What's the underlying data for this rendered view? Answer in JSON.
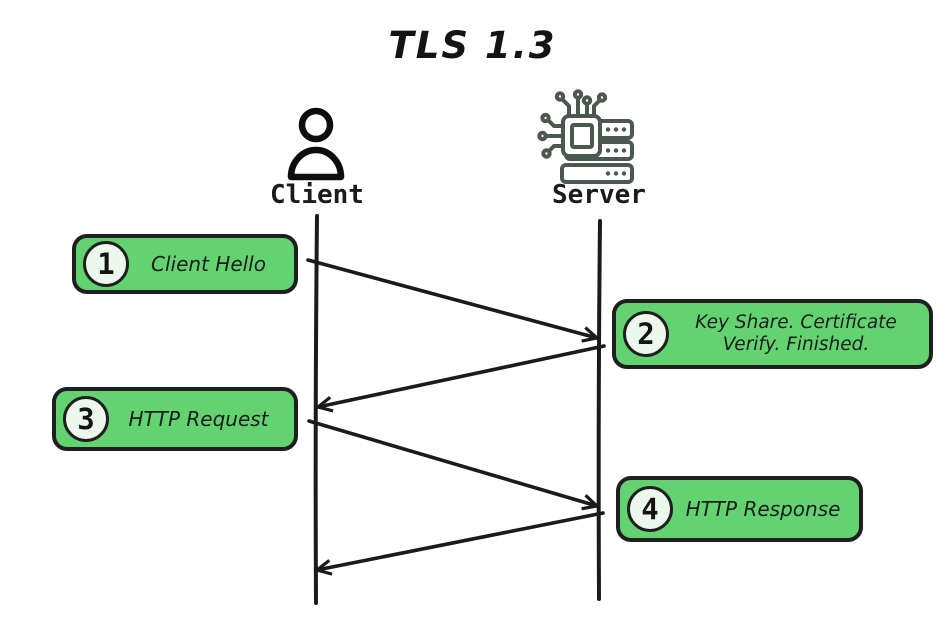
{
  "title": "TLS 1.3",
  "actors": [
    {
      "id": "client",
      "label": "Client",
      "icon": "person-icon"
    },
    {
      "id": "server",
      "label": "Server",
      "icon": "server-icon"
    }
  ],
  "steps": [
    {
      "num": "1",
      "lines": [
        "Client Hello"
      ],
      "side": "client"
    },
    {
      "num": "2",
      "lines": [
        "Key Share. Certificate",
        "Verify. Finished."
      ],
      "side": "server"
    },
    {
      "num": "3",
      "lines": [
        "HTTP Request"
      ],
      "side": "client"
    },
    {
      "num": "4",
      "lines": [
        "HTTP Response"
      ],
      "side": "server"
    }
  ],
  "messages": [
    {
      "from": "client",
      "to": "server",
      "step": "1"
    },
    {
      "from": "server",
      "to": "client",
      "step": "2"
    },
    {
      "from": "client",
      "to": "server",
      "step": "3"
    },
    {
      "from": "server",
      "to": "client",
      "step": "4"
    }
  ],
  "colors": {
    "box_fill": "#63d371",
    "box_border": "#1f1f1f",
    "circle_fill": "#edf8ec",
    "line": "#1b1b1b",
    "icon_stroke": "#4a5850"
  }
}
